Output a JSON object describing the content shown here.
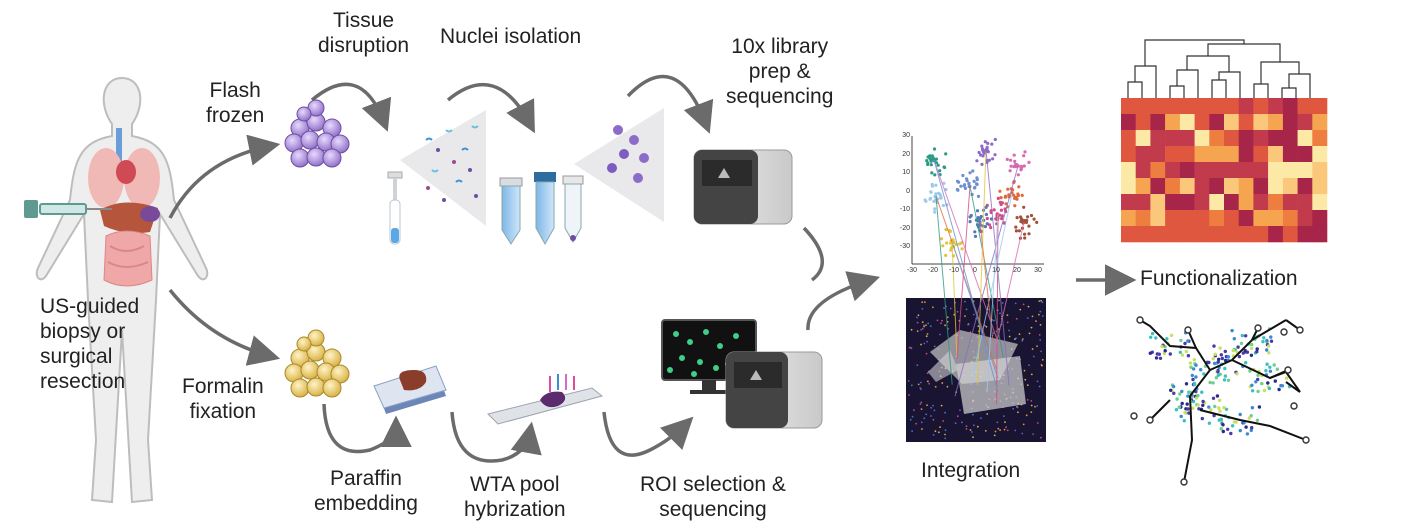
{
  "labels": {
    "flash_frozen_line1": "Flash",
    "flash_frozen_line2": "frozen",
    "tissue_disruption_line1": "Tissue",
    "tissue_disruption_line2": "disruption",
    "nuclei_isolation": "Nuclei isolation",
    "library_prep_line1": "10x library",
    "library_prep_line2": "prep &",
    "library_prep_line3": "sequencing",
    "biopsy_line1": "US-guided",
    "biopsy_line2": "biopsy or",
    "biopsy_line3": "surgical",
    "biopsy_line4": "resection",
    "formalin_line1": "Formalin",
    "formalin_line2": "fixation",
    "paraffin_line1": "Paraffin",
    "paraffin_line2": "embedding",
    "wta_line1": "WTA pool",
    "wta_line2": "hybrization",
    "roi_line1": "ROI selection &",
    "roi_line2": "sequencing",
    "integration": "Integration",
    "functionalization": "Functionalization"
  },
  "umap_axes": {
    "y_ticks": [
      "30",
      "20",
      "10",
      "0",
      "-10",
      "-20",
      "-30"
    ],
    "x_ticks": [
      "-30",
      "-20",
      "-10",
      "0",
      "10",
      "20",
      "30"
    ]
  },
  "colors": {
    "arrow": "#6b6b6b",
    "frozen_cells": "#9a78c8",
    "fixed_cells": "#e2c35a",
    "heatmap_dark": "#a8254a",
    "heatmap_light": "#fde9a6"
  }
}
